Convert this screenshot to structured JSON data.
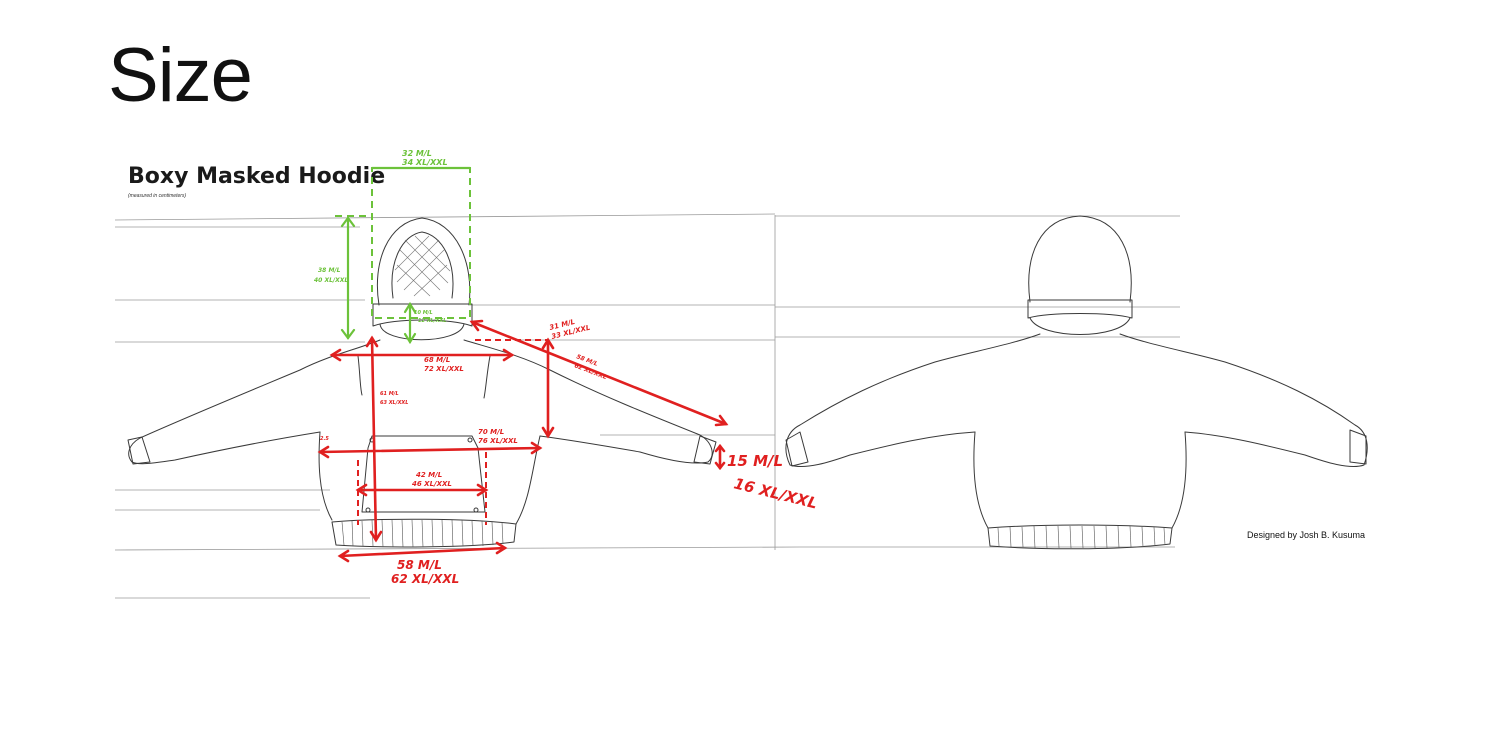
{
  "page": {
    "title": "Size"
  },
  "garment": {
    "name": "Boxy Masked Hoodie",
    "note": "(measured in centimeters)",
    "designer": "Designed by Josh B. Kusuma"
  },
  "measurements": {
    "hood_width": {
      "ml": "32 M/L",
      "xl": "34 XL/XXL"
    },
    "hood_height": {
      "ml": "38 M/L",
      "xl": "40 XL/XXL"
    },
    "mask_height": {
      "ml": "10 M/L",
      "xl": "12 XL/XXL"
    },
    "shoulder": {
      "ml": "31 M/L",
      "xl": "33 XL/XXL"
    },
    "sleeve": {
      "ml": "58 M/L",
      "xl": "62 XL/XXL"
    },
    "across_chest_top": {
      "ml": "68 M/L",
      "xl": "72 XL/XXL"
    },
    "body_length": {
      "ml": "61 M/L",
      "xl": "63 XL/XXL"
    },
    "chest": {
      "ml": "70 M/L",
      "xl": "76 XL/XXL"
    },
    "pocket_width": {
      "ml": "42 M/L",
      "xl": "46 XL/XXL"
    },
    "hem_width": {
      "ml": "58 M/L",
      "xl": "62 XL/XXL"
    },
    "cuff": {
      "ml": "15 M/L",
      "xl": "16 XL/XXL"
    },
    "small": "2.5"
  },
  "colors": {
    "measure_red": "#e02020",
    "measure_green": "#6cc23a",
    "pencil": "#3a3a3a"
  }
}
